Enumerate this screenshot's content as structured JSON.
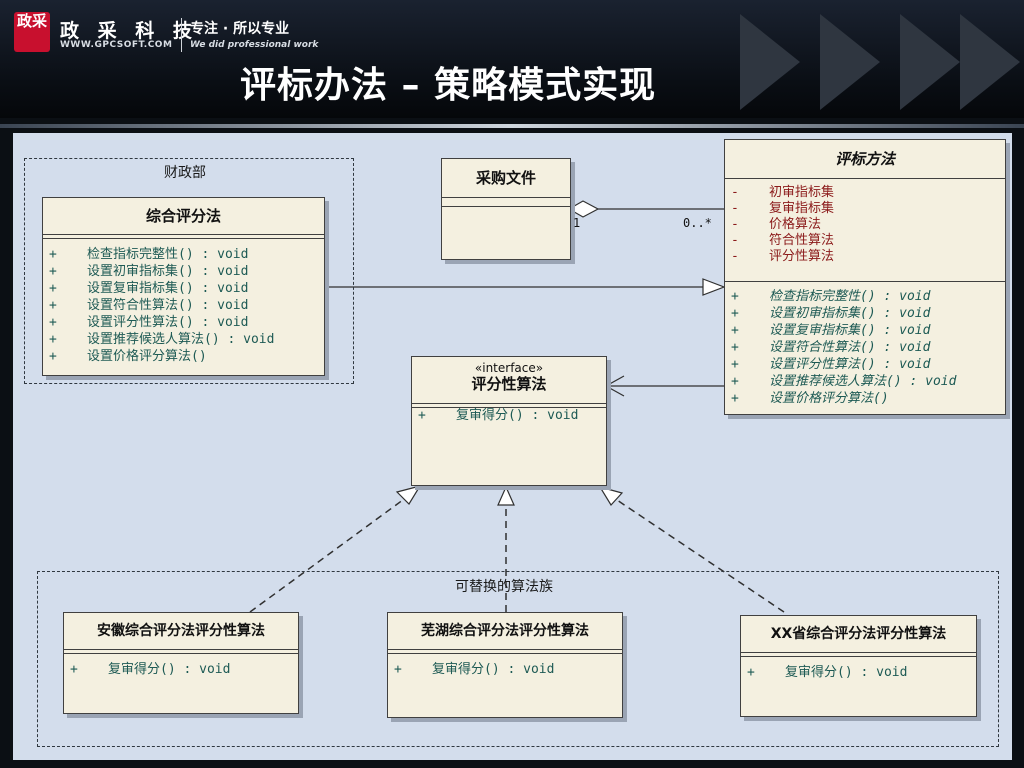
{
  "header": {
    "logo_text": "政采",
    "company": "政 采 科 技",
    "website": "WWW.GPCSOFT.COM",
    "slogan": "专注 · 所以专业",
    "slogan_en": "We did professional work",
    "title": "评标办法  –  策略模式实现"
  },
  "diagram": {
    "group_finance": "财政部",
    "group_algorithms": "可替换的算法族",
    "procurement": {
      "name": "采购文件"
    },
    "scoring_method": {
      "name": "综合评分法",
      "ops": [
        {
          "vis": "+",
          "text": "检查指标完整性() : void"
        },
        {
          "vis": "+",
          "text": "设置初审指标集() : void"
        },
        {
          "vis": "+",
          "text": "设置复审指标集() : void"
        },
        {
          "vis": "+",
          "text": "设置符合性算法() : void"
        },
        {
          "vis": "+",
          "text": "设置评分性算法() : void"
        },
        {
          "vis": "+",
          "text": "设置推荐候选人算法() : void"
        },
        {
          "vis": "+",
          "text": "设置价格评分算法()"
        }
      ]
    },
    "evaluation_method": {
      "name": "评标方法",
      "attrs": [
        {
          "vis": "-",
          "text": "初审指标集"
        },
        {
          "vis": "-",
          "text": "复审指标集"
        },
        {
          "vis": "-",
          "text": "价格算法"
        },
        {
          "vis": "-",
          "text": "符合性算法"
        },
        {
          "vis": "-",
          "text": "评分性算法"
        }
      ],
      "ops": [
        {
          "vis": "+",
          "text": "检查指标完整性() : void"
        },
        {
          "vis": "+",
          "text": "设置初审指标集() : void"
        },
        {
          "vis": "+",
          "text": "设置复审指标集() : void"
        },
        {
          "vis": "+",
          "text": "设置符合性算法() : void"
        },
        {
          "vis": "+",
          "text": "设置评分性算法() : void"
        },
        {
          "vis": "+",
          "text": "设置推荐候选人算法() : void"
        },
        {
          "vis": "+",
          "text": "设置价格评分算法()"
        }
      ]
    },
    "interface": {
      "stereotype": "«interface»",
      "name": "评分性算法",
      "ops": [
        {
          "vis": "+",
          "text": "复审得分() : void"
        }
      ]
    },
    "anhui": {
      "name": "安徽综合评分法评分性算法",
      "ops": [
        {
          "vis": "+",
          "text": "复审得分() : void"
        }
      ]
    },
    "wuhu": {
      "name": "芜湖综合评分法评分性算法",
      "ops": [
        {
          "vis": "+",
          "text": "复审得分() : void"
        }
      ]
    },
    "xx": {
      "name": "XX省综合评分法评分性算法",
      "ops": [
        {
          "vis": "+",
          "text": "复审得分() : void"
        }
      ]
    },
    "mult_one": "1",
    "mult_many": "0..*"
  },
  "colors": {
    "accent_red": "#c8102e",
    "canvas": "#d3ddec",
    "class_fill": "#f4f0e0",
    "op_text": "#1d5a54",
    "attr_text": "#8b1a1a"
  }
}
